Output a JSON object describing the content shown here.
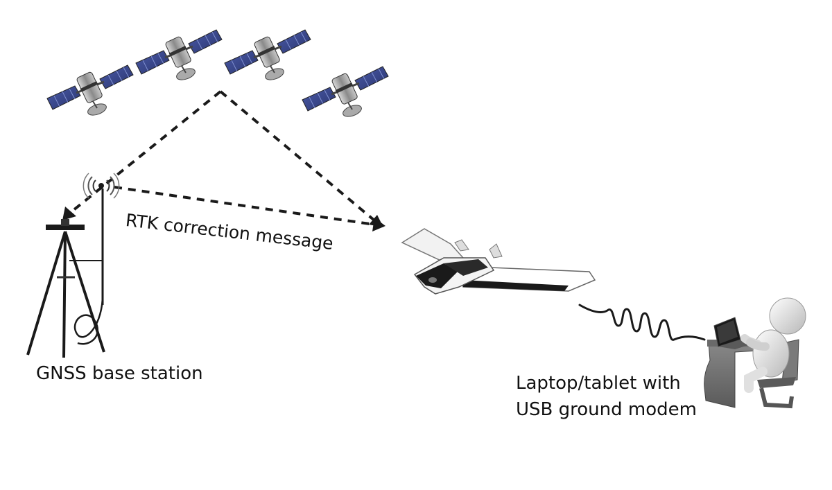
{
  "labels": {
    "base_station": "GNSS base station",
    "rtk_message": "RTK correction message",
    "laptop_line1": "Laptop/tablet with",
    "laptop_line2": "USB ground modem"
  },
  "icons": [
    "satellite-icon",
    "gnss-tripod-icon",
    "antenna-signal-icon",
    "fixed-wing-drone-icon",
    "radio-link-icon",
    "person-laptop-icon"
  ],
  "colors": {
    "background": "#ffffff",
    "arrow": "#1a1a1a",
    "solar_panel": "#3a4a8c",
    "satellite_body": "#9a9a9a"
  }
}
